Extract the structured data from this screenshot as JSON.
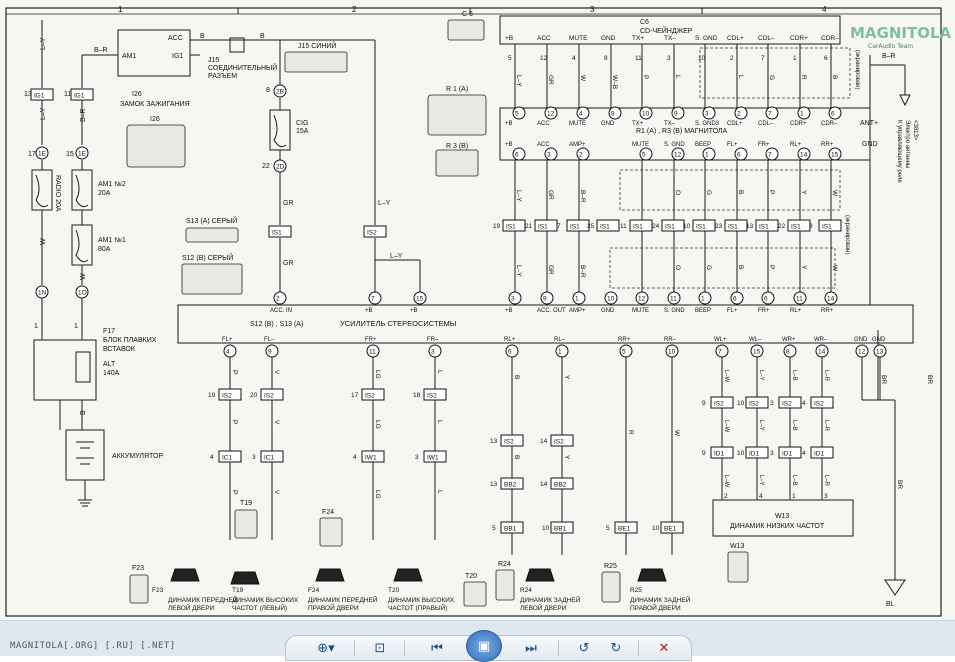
{
  "grid_numbers": [
    "1",
    "2",
    "3",
    "4"
  ],
  "watermark": {
    "main": "MAGNITOLA",
    "sub": "CarAudio Team"
  },
  "ign": {
    "code": "I26",
    "title": "ЗАМОК ЗАЖИГАНИЯ",
    "am1": "AM1",
    "acc": "ACC",
    "ig1": "IG1",
    "br": "B–R",
    "b": "B",
    "pin2": "2",
    "pin4": "4"
  },
  "j15": {
    "code": "J15",
    "title1": "СОЕДИНИТЕЛЬНЫЙ",
    "title2": "РАЗЪЕМ",
    "label": "J15 СИНИЙ",
    "b": "B"
  },
  "cig": {
    "name": "CIG",
    "amp": "15A",
    "pin_top": "2B",
    "pin_bot": "2D",
    "num8": "8",
    "num22": "22"
  },
  "left": {
    "ly": "L–Y",
    "br": "B–R",
    "gr": "GR",
    "w": "W",
    "b": "B",
    "ig1a": "IG1",
    "ig1b": "IG1",
    "n13": "13",
    "n11": "11",
    "pin1e": "1E",
    "pin1e2": "1E",
    "n17": "17",
    "n15": "15",
    "radio": "RADIO 20A",
    "am1n2": "AM1 №2",
    "am1n2a": "20A",
    "am1n1": "AM1 №1",
    "am1n1a": "80A",
    "pin1n": "1N",
    "pin1o": "1O",
    "n1": "1",
    "n1b": "1",
    "f17": "F17",
    "f17t1": "БЛОК ПЛАВКИХ",
    "f17t2": "ВСТАВОК",
    "alt": "ALT",
    "alta": "140A",
    "alt2": "140A ALT",
    "battery": "АККУМУЛЯТОР",
    "n1c": "1",
    "n2c": "2"
  },
  "s13": {
    "a": "S13 (A) СЕРЫЙ",
    "b": "S12 (B) СЕРЫЙ"
  },
  "c6": {
    "code": "C6",
    "title": "CD-ЧЕЙНДЖЕР",
    "small": "C 6"
  },
  "c6_pins": [
    "+B",
    "ACC",
    "MUTE",
    "GND",
    "TX+",
    "TX–",
    "S. GND",
    "CDL+",
    "CDL–",
    "CDR+",
    "CDR–"
  ],
  "c6_nums": [
    "5",
    "12",
    "4",
    "8",
    "11",
    "3",
    "10",
    "2",
    "7",
    "1",
    "6"
  ],
  "c6_wires": [
    "L–Y",
    "GR",
    "W",
    "W–B",
    "P",
    "L",
    "",
    "L",
    "G",
    "R",
    "B"
  ],
  "radio": {
    "title": "R1 (A) , R3 (B) МАГНИТОЛА",
    "r1": "R 1 (A)",
    "r3": "R 3 (B)",
    "shield": "(экранирован)",
    "shield2": "(экранирован)",
    "ant": "ANT+",
    "gnd": "GND",
    "relay1": "К управляющему реле",
    "relay2": "Электро антенны",
    "relay3": "<3813>"
  },
  "r1_top_pins": [
    "+B",
    "ACC",
    "MUTE",
    "GND",
    "TX+",
    "TX–",
    "S. GND3",
    "CDL+",
    "CDL–",
    "CDR+",
    "CDR–"
  ],
  "r1_top_nums": [
    "5B",
    "12B",
    "4B",
    "8B",
    "10B",
    "9B",
    "3B",
    "2B",
    "7B",
    "1B",
    "6B"
  ],
  "r1_bot_pins": [
    "+B",
    "ACC",
    "AMP+",
    "MUTE",
    "S. GND",
    "BEEP",
    "FL+",
    "FR+",
    "RL+",
    "RR+"
  ],
  "r1_bot_nums": [
    "6A",
    "3A",
    "2A",
    "5A",
    "12A",
    "1A",
    "6A",
    "7A",
    "14A",
    "15A"
  ],
  "mid_wires": [
    "L–Y",
    "GR",
    "B–R",
    "",
    "O",
    "G",
    "B",
    "P",
    "Y",
    "W"
  ],
  "is1_conns": [
    {
      "n": "19",
      "c": "IS1"
    },
    {
      "n": "21",
      "c": "IS1"
    },
    {
      "n": "7",
      "c": "IS1"
    },
    {
      "n": "25",
      "c": "IS1"
    },
    {
      "n": "11",
      "c": "IS1"
    },
    {
      "n": "24",
      "c": "IS1"
    },
    {
      "n": "10",
      "c": "IS1"
    },
    {
      "n": "23",
      "c": "IS1"
    },
    {
      "n": "13",
      "c": "IS1"
    },
    {
      "n": "22",
      "c": "IS1"
    },
    {
      "n": "8",
      "c": "IS1"
    }
  ],
  "amp": {
    "title": "УСИЛИТЕЛЬ СТЕРЕОСИСТЕМЫ",
    "s12": "S12 (B) , S13 (A)",
    "top_pins": [
      "ACC. IN",
      "+B",
      "+B",
      "+B",
      "ACC. OUT",
      "AMP+",
      "GND",
      "MUTE",
      "S. GND",
      "BEEP",
      "FL+",
      "FR+",
      "RL+",
      "RR+"
    ],
    "top_nums": [
      "2A",
      "7B",
      "15B",
      "3A",
      "9A",
      "1A",
      "10A",
      "12A",
      "11A",
      "1A",
      "6A",
      "6A",
      "11A",
      "14A"
    ],
    "bot_pins": [
      "FL+",
      "FL–",
      "FR+",
      "FR–",
      "RL+",
      "RL–",
      "RR+",
      "RR–",
      "WL+",
      "WL–",
      "WR+",
      "WR–",
      "GND",
      "GND"
    ],
    "bot_nums": [
      "4B",
      "9B",
      "11B",
      "3B",
      "6B",
      "1B",
      "5B",
      "10B",
      "7B",
      "15B",
      "8B",
      "14B",
      "12B",
      "13B"
    ]
  },
  "ls_wires": {
    "p": "P",
    "v": "V",
    "lg": "LG",
    "l": "L",
    "b": "B",
    "y": "Y",
    "r": "R",
    "w": "W",
    "lw": "L–W",
    "lr": "L–R",
    "ly": "L–Y",
    "lb": "L–B",
    "br": "BR",
    "gr": "GR"
  },
  "ls_conns": {
    "is2a": [
      "19 IS2",
      "20 IS2",
      "17 IS2",
      "18 IS2"
    ],
    "ic1": [
      "4 IC1",
      "3 IC1",
      "4 IW1",
      "3 IW1"
    ],
    "rear": [
      "13 IS2",
      "14 IS2"
    ],
    "bb2": [
      "13 BB2",
      "14 BB2"
    ],
    "bb1": [
      "5 BB1",
      "10 BB1",
      "5 BE1",
      "10 BE1"
    ],
    "wfs2": [
      "9 IS2",
      "10 IS2",
      "3 IS2",
      "4 IS2"
    ],
    "id1": [
      "9 ID1",
      "10 ID1",
      "3 ID1",
      "4 ID1"
    ],
    "wnums": [
      "2",
      "4",
      "1",
      "3"
    ]
  },
  "speakers": {
    "f23": "F23",
    "f23t1": "ДИНАМИК ПЕРЕДНЕЙ",
    "f23t2": "ЛЕВОЙ ДВЕРИ",
    "t19": "T19",
    "t19t1": "ДИНАМИК ВЫСОКИХ",
    "t19t2": "ЧАСТОТ (ЛЕВЫЙ)",
    "f24": "F24",
    "f24t1": "ДИНАМИК ПЕРЕДНЕЙ",
    "f24t2": "ПРАВОЙ ДВЕРИ",
    "t20": "T20",
    "t20t1": "ДИНАМИК ВЫСОКИХ",
    "t20t2": "ЧАСТОТ (ПРАВЫЙ)",
    "r24": "R24",
    "r24t1": "ДИНАМИК ЗАДНЕЙ",
    "r24t2": "ЛЕВОЙ ДВЕРИ",
    "r25": "R25",
    "r25t1": "ДИНАМИК ЗАДНЕЙ",
    "r25t2": "ПРАВОЙ ДВЕРИ",
    "w13": "W13",
    "w13t": "ДИНАМИК НИЗКИХ ЧАСТОТ",
    "bl": "BL"
  },
  "site_footer": "MAGNITOLA[.ORG] [.RU] [.NET]",
  "toolbar": {
    "zoom": "⊕▾",
    "fit": "⊡",
    "prev": "⏮",
    "play": "▣",
    "next": "⏭",
    "rot_left": "↺",
    "rot_right": "↻",
    "close": "✕"
  }
}
